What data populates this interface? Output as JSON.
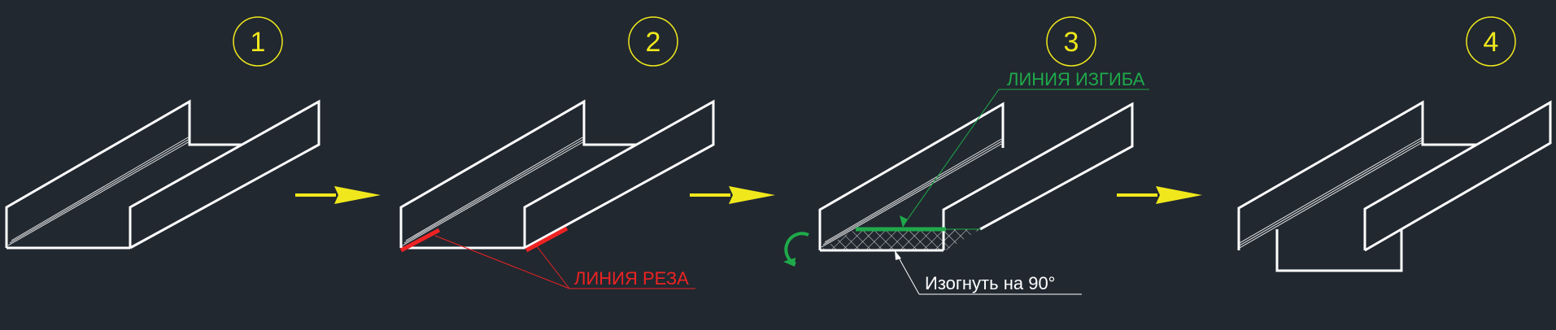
{
  "steps": [
    {
      "number": "1"
    },
    {
      "number": "2"
    },
    {
      "number": "3"
    },
    {
      "number": "4"
    }
  ],
  "annotations": {
    "cut_line": "ЛИНИЯ РЕЗА",
    "bend_line": "ЛИНИЯ ИЗГИБА",
    "bend_instruction": "Изогнуть на 90°"
  },
  "colors": {
    "background": "#212830",
    "profile": "#ffffff",
    "step_marker": "#f0e81c",
    "cut": "#ee2222",
    "bend": "#1faa4a"
  }
}
